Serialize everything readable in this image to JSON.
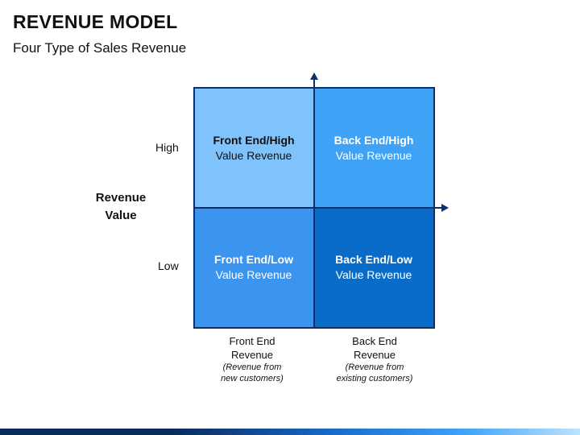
{
  "header": {
    "title": "REVENUE MODEL",
    "subtitle": "Four Type of Sales Revenue"
  },
  "y_axis": {
    "label_line1": "Revenue",
    "label_line2": "Value",
    "ticks": {
      "high": "High",
      "low": "Low"
    }
  },
  "x_axis": {
    "left": {
      "line1": "Front End",
      "line2": "Revenue",
      "note1": "(Revenue from",
      "note2": "new customers)"
    },
    "right": {
      "line1": "Back End",
      "line2": "Revenue",
      "note1": "(Revenue from",
      "note2": "existing customers)"
    }
  },
  "quadrants": {
    "top_left": {
      "line1": "Front End/High",
      "line2": "Value Revenue",
      "color": "#7fc3fc"
    },
    "top_right": {
      "line1": "Back End/High",
      "line2": "Value Revenue",
      "color": "#3ea3f7"
    },
    "bottom_left": {
      "line1": "Front End/Low",
      "line2": "Value Revenue",
      "color": "#3b95ee"
    },
    "bottom_right": {
      "line1": "Back End/Low",
      "line2": "Value Revenue",
      "color": "#0a6cc9"
    }
  },
  "colors": {
    "axis": "#0d2f6b"
  }
}
